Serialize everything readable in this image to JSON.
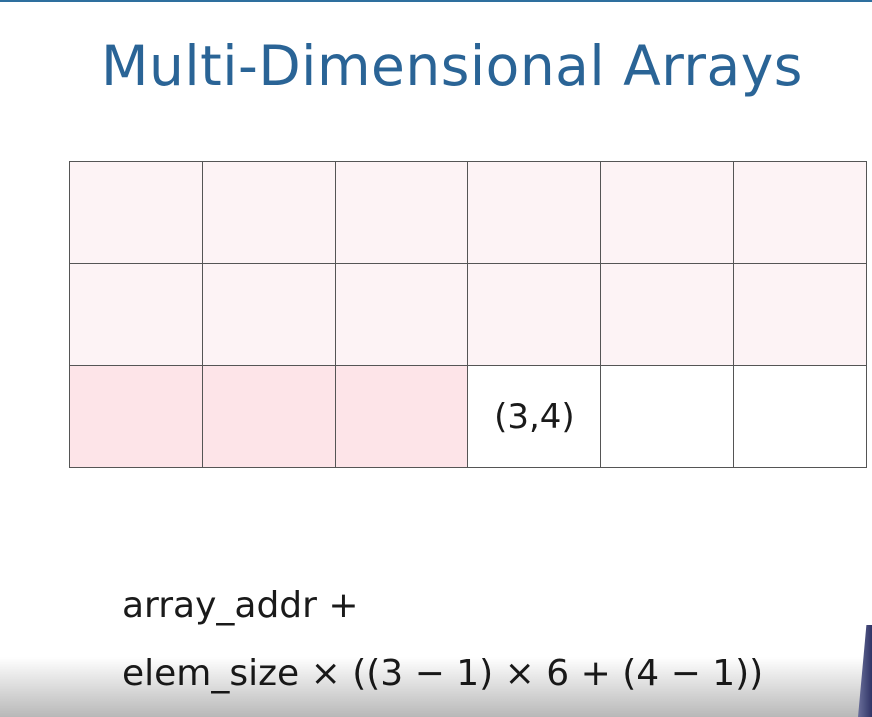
{
  "slide": {
    "title": "Multi-Dimensional Arrays",
    "title_color": "#2a6496"
  },
  "grid": {
    "rows": 3,
    "cols": 6,
    "highlight_colors": {
      "visited_rows": "#fdf3f5",
      "visited_in_row": "#fde4e8",
      "remaining": "#ffffff"
    },
    "target_cell_label": "(3,4)"
  },
  "formula": {
    "line1": "array_addr +",
    "line2": "elem_size × ((3 − 1) × 6 + (4 − 1))"
  }
}
